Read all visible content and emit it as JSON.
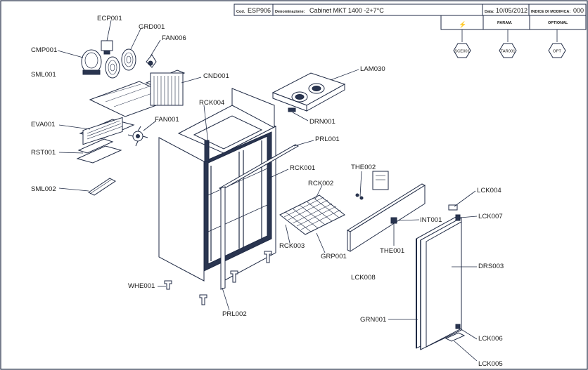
{
  "header": {
    "cod_label": "Cod.",
    "cod_value": "ESP906",
    "denominazione_label": "Denominazione:",
    "denominazione_value": "Cabinet MKT 1400 -2+7°C",
    "data_label": "Data:",
    "data_value": "10/05/2012",
    "indice_label": "INDICE DI MODIFICA:",
    "indice_value": "000",
    "col_electric_symbol": "⚡",
    "col_param": "PARAM.",
    "col_optional": "OPTIONAL"
  },
  "badges": {
    "sce": "SCE001",
    "tar": "TAR001",
    "opt": "OPT"
  },
  "labels": {
    "ECP001": "ECP001",
    "GRD001": "GRD001",
    "FAN006": "FAN006",
    "CMP001": "CMP001",
    "SML001": "SML001",
    "CND001": "CND001",
    "LAM030": "LAM030",
    "RCK004": "RCK004",
    "DRN001": "DRN001",
    "EVA001": "EVA001",
    "FAN001": "FAN001",
    "PRL001": "PRL001",
    "RST001": "RST001",
    "RCK001": "RCK001",
    "THE002": "THE002",
    "SML002": "SML002",
    "RCK002": "RCK002",
    "LCK004": "LCK004",
    "LCK007": "LCK007",
    "INT001": "INT001",
    "RCK003": "RCK003",
    "THE001": "THE001",
    "GRP001": "GRP001",
    "DRS003": "DRS003",
    "WHE001": "WHE001",
    "LCK008": "LCK008",
    "PRL002": "PRL002",
    "GRN001": "GRN001",
    "LCK006": "LCK006",
    "LCK005": "LCK005"
  }
}
